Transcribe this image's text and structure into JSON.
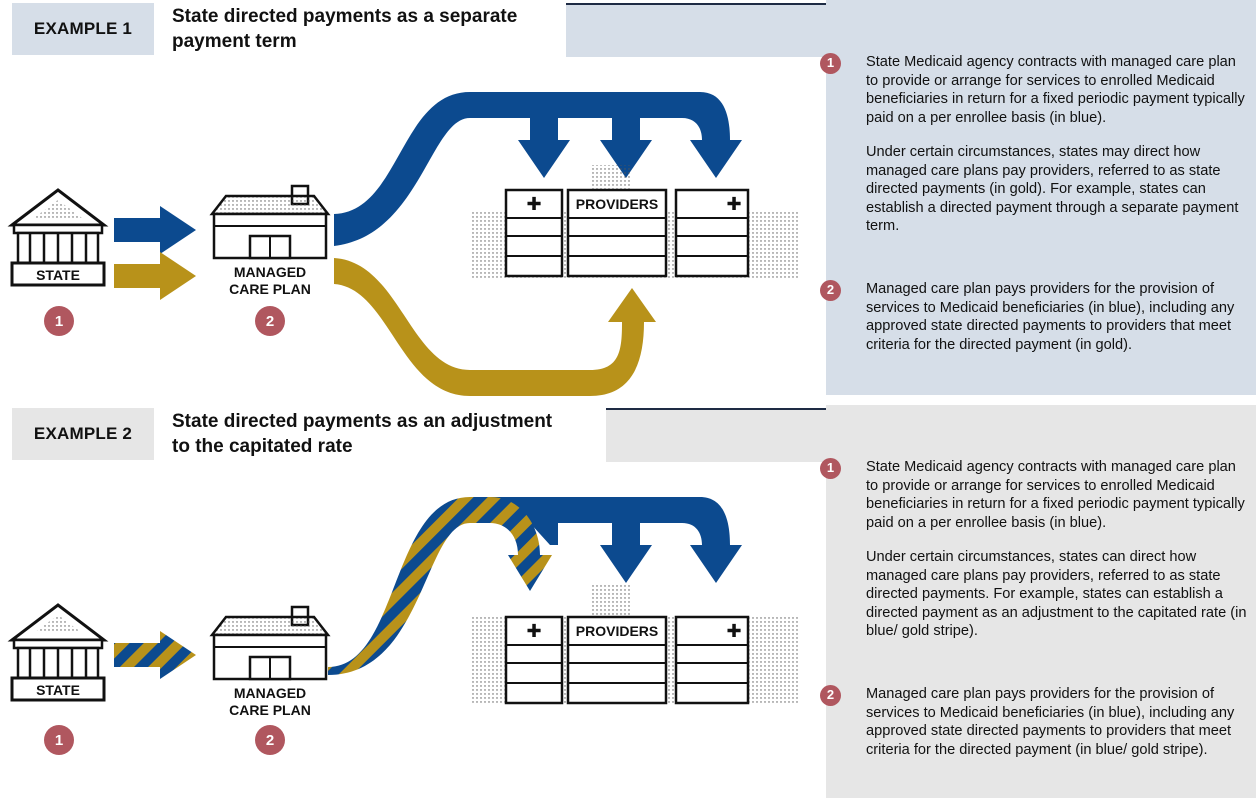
{
  "colors": {
    "blue": "#0c4a8f",
    "gold": "#b8921a",
    "tag_blue": "#d6dee8",
    "tag_gray": "#e6e6e6",
    "badge": "#b0575f"
  },
  "examples": [
    {
      "tag": "EXAMPLE 1",
      "title": "State directed payments as a separate payment term",
      "panel_color": "#d6dee8",
      "state_label": "STATE",
      "plan_label_line1": "MANAGED",
      "plan_label_line2": "CARE PLAN",
      "providers_label": "PROVIDERS",
      "state_num": "1",
      "plan_num": "2",
      "items": [
        {
          "num": "1",
          "paras": [
            "State Medicaid agency contracts with managed care plan to provide or arrange for services to enrolled Medicaid beneficiaries in return for a fixed periodic payment typically paid on a per enrollee basis (in blue).",
            "Under certain circumstances, states may direct how managed care plans pay providers, referred to as state directed payments (in gold). For example, states can establish a directed payment through a separate payment term."
          ]
        },
        {
          "num": "2",
          "paras": [
            "Managed care plan pays providers for the provision of services to Medicaid beneficiaries (in blue), including any approved state directed payments to providers that meet criteria for the directed payment (in gold)."
          ]
        }
      ]
    },
    {
      "tag": "EXAMPLE 2",
      "title": "State directed payments as an adjustment to the capitated rate",
      "panel_color": "#e6e6e6",
      "state_label": "STATE",
      "plan_label_line1": "MANAGED",
      "plan_label_line2": "CARE PLAN",
      "providers_label": "PROVIDERS",
      "state_num": "1",
      "plan_num": "2",
      "items": [
        {
          "num": "1",
          "paras": [
            "State Medicaid agency contracts with managed care plan to provide or arrange for services to enrolled Medicaid beneficiaries in return for a fixed periodic payment typically paid on a per enrollee basis (in blue).",
            "Under certain circumstances, states can direct how managed care plans pay providers, referred to as state directed payments. For example, states can establish a directed payment as an adjustment to the capitated rate (in blue/ gold stripe)."
          ]
        },
        {
          "num": "2",
          "paras": [
            "Managed care plan pays providers for the provision of services to Medicaid beneficiaries (in blue), including any approved state directed payments to providers that meet criteria for the directed payment (in blue/ gold stripe)."
          ]
        }
      ]
    }
  ]
}
